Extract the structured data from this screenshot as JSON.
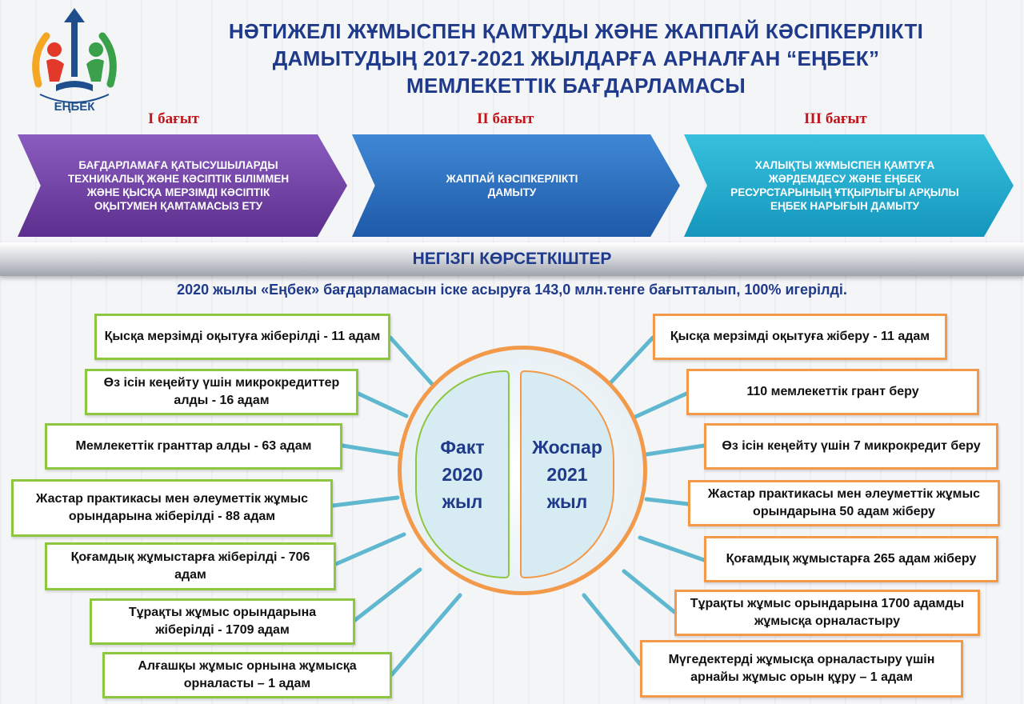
{
  "logo": {
    "text": "ЕҢБЕК",
    "colors": {
      "blue": "#1f4e8c",
      "red": "#e2392a",
      "orange": "#f5a623",
      "green": "#3aa14a"
    }
  },
  "title": {
    "line1": "НӘТИЖЕЛІ ЖҰМЫСПЕН ҚАМТУДЫ ЖӘНЕ ЖАППАЙ КӘСІПКЕРЛІКТІ",
    "line2": "ДАМЫТУДЫҢ 2017-2021 ЖЫЛДАРҒА АРНАЛҒАН “ЕҢБЕК”",
    "line3": "МЕМЛЕКЕТТІК  БАҒДАРЛАМАСЫ"
  },
  "directions": [
    {
      "label": "І бағыт",
      "text": "БАҒДАРЛАМАҒА ҚАТЫСУШЫЛАРДЫ ТЕХНИКАЛЫҚ ЖӘНЕ КӘСІПТІК БІЛІММЕН ЖӘНЕ ҚЫСҚА МЕРЗІМДІ КӘСІПТІК ОҚЫТУМЕН ҚАМТАМАСЫЗ ЕТУ",
      "color": "#6a3ba1"
    },
    {
      "label": "ІІ бағыт",
      "text": "ЖАППАЙ КӘСІПКЕРЛІКТІ ДАМЫТУ",
      "color": "#2a6cc0"
    },
    {
      "label": "ІІІ бағыт",
      "text": "ХАЛЫҚТЫ ЖҰМЫСПЕН ҚАМТУҒА ЖӘРДЕМДЕСУ ЖӘНЕ ЕҢБЕК РЕСУРСТАРЫНЫҢ ҰТҚЫРЛЫҒЫ АРҚЫЛЫ ЕҢБЕК НАРЫҒЫН ДАМЫТУ",
      "color": "#1fa8cc"
    }
  ],
  "indicators_header": "НЕГІЗГІ КӨРСЕТКІШТЕР",
  "subtitle": "2020 жылы «Еңбек» бағдарламасын іске асыруға 143,0 млн.тенге бағытталып, 100%  игерілді.",
  "center": {
    "fact": {
      "l1": "Факт",
      "l2": "2020",
      "l3": "жыл"
    },
    "plan": {
      "l1": "Жоспар",
      "l2": "2021",
      "l3": "жыл"
    }
  },
  "fact_items": [
    "Қысқа мерзімді оқытуға жіберілді - 11 адам",
    "Өз ісін кеңейту үшін микрокредиттер алды - 16 адам",
    "Мемлекеттік гранттар алды - 63 адам",
    "Жастар практикасы мен әлеуметтік жұмыс орындарына жіберілді - 88 адам",
    "Қоғамдық жұмыстарға жіберілді - 706 адам",
    "Тұрақты  жұмыс орындарына жіберілді - 1709 адам",
    "Алғашқы жұмыс орнына жұмысқа орналасты – 1 адам"
  ],
  "plan_items": [
    "Қысқа мерзімді оқытуға жіберу - 11 адам",
    "110 мемлекеттік грант беру",
    "Өз ісін кеңейту үшін 7 микрокредит беру",
    "Жастар практикасы мен әлеуметтік жұмыс орындарына 50 адам жіберу",
    "Қоғамдық жұмыстарға 265 адам жіберу",
    "Тұрақты жұмыс орындарына 1700 адамды  жұмысқа орналастыру",
    "Мүгедектерді жұмысқа орналастыру үшін арнайы жұмыс орын құру – 1 адам"
  ],
  "colors": {
    "title": "#1f3a8a",
    "label": "#c0161c",
    "fact_border": "#8dc63f",
    "plan_border": "#f29a4a",
    "connector": "#5fb8cf"
  }
}
